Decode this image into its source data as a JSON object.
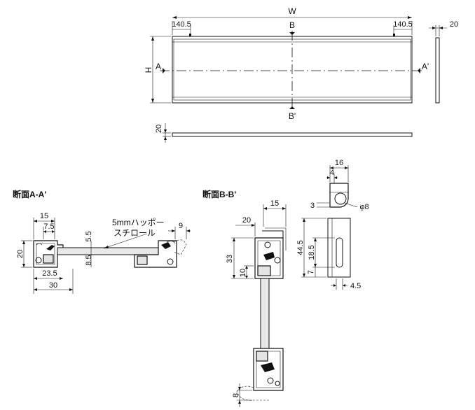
{
  "front_view": {
    "width_label": "W",
    "height_label": "H",
    "left_offset": "140.5",
    "right_offset": "140.5",
    "depth": "20",
    "section_b_top": "B",
    "section_b_bottom": "B'",
    "section_a_left": "A",
    "section_a_right": "A'"
  },
  "bottom_view": {
    "thickness": "20"
  },
  "section_aa": {
    "title": "断面A-A'",
    "dims": {
      "top_width": "15",
      "inner_width": "7.5",
      "height": "20",
      "upper_offset": "5.5",
      "lower_offset": "8.5",
      "mid_width": "23.5",
      "total_width": "30",
      "angle_gap": "9"
    },
    "foam_label_1": "5mmハッポー",
    "foam_label_2": "スチロール"
  },
  "section_bb": {
    "title": "断面B-B'",
    "dims": {
      "top": "15",
      "width": "20",
      "height": "33",
      "lower": "10",
      "bottom_gap": "8"
    }
  },
  "bracket": {
    "dims": {
      "width": "16",
      "inner": "4",
      "offset": "3",
      "hole_dia": "φ8",
      "height": "44.5",
      "slot_len": "18.5",
      "bottom": "7",
      "slot_width": "4.5"
    }
  }
}
